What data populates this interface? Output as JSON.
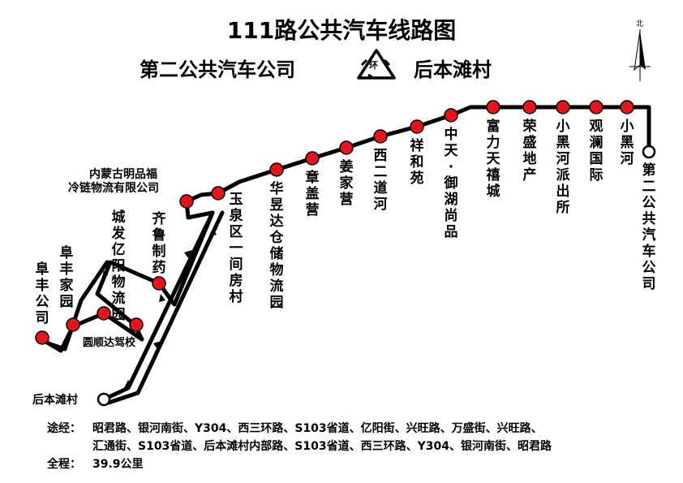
{
  "title": "111路公共汽车线路图",
  "subtitle_left": "第二公共汽车公司",
  "subtitle_right": "后本滩村",
  "circular_symbol_label": "环",
  "compass_label": "北",
  "stops": [
    {
      "id": "s1",
      "name": "第二公共汽车公司"
    },
    {
      "id": "s2",
      "name": "小黑河"
    },
    {
      "id": "s3",
      "name": "观澜国际"
    },
    {
      "id": "s4",
      "name": "小黑河派出所"
    },
    {
      "id": "s5",
      "name": "荣盛地产"
    },
    {
      "id": "s6",
      "name": "富力天禧城"
    },
    {
      "id": "s7",
      "name": "中天·御湖尚品"
    },
    {
      "id": "s8",
      "name": "祥和苑"
    },
    {
      "id": "s9",
      "name": "西二道河"
    },
    {
      "id": "s10",
      "name": "姜家营"
    },
    {
      "id": "s11",
      "name": "章盖营"
    },
    {
      "id": "s12",
      "name": "华昱达仓储物流园"
    },
    {
      "id": "s13",
      "name": "玉泉区一间房村"
    },
    {
      "id": "s14",
      "name": "内蒙古明品福冷链物流有限公司"
    },
    {
      "id": "s15",
      "name": "齐鲁制药"
    },
    {
      "id": "s16",
      "name": "城发亿阳物流园"
    },
    {
      "id": "s17",
      "name": "圆顺达驾校"
    },
    {
      "id": "s18",
      "name": "阜丰家园"
    },
    {
      "id": "s19",
      "name": "阜丰公司"
    },
    {
      "id": "s20",
      "name": "后本滩村"
    }
  ],
  "stop14_lines": [
    "内蒙古明品福",
    "冷链物流有限公司"
  ],
  "route_info": {
    "via_label": "途经：",
    "via_line1": "昭君路、银河南街、Y304、西三环路、S103省道、亿阳街、兴旺路、万盛街、兴旺路、",
    "via_line2": "汇通街、S103省道、后本滩村内部路、S103省道、西三环路、Y304、银河南街、昭君路",
    "length_label": "全程：",
    "length_value": "39.9公里"
  },
  "colors": {
    "stop_fill": "#e8141b",
    "line": "#000000",
    "terminal_fill": "#ffffff"
  }
}
